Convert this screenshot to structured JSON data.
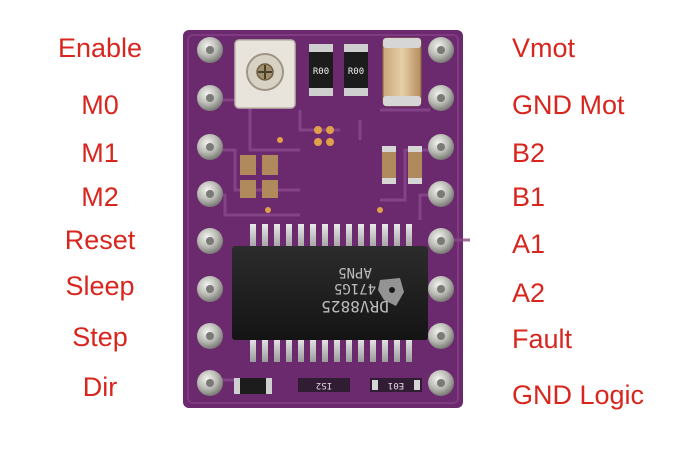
{
  "pinout": {
    "left_pins": [
      "Enable",
      "M0",
      "M1",
      "M2",
      "Reset",
      "Sleep",
      "Step",
      "Dir"
    ],
    "right_pins": [
      "Vmot",
      "GND Mot",
      "B2",
      "B1",
      "A1",
      "A2",
      "Fault",
      "GND Logic"
    ]
  },
  "board": {
    "chip_marking": [
      "DRV8825",
      "471G5",
      "APN5"
    ],
    "component_labels": [
      "R00",
      "R00",
      "IS2",
      "E01"
    ],
    "pcb_color": "#6b2a6e",
    "label_color": "#d8261f"
  }
}
